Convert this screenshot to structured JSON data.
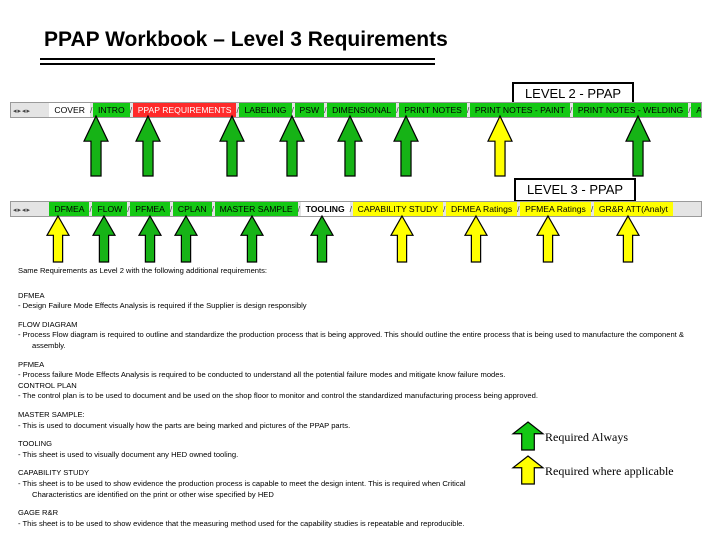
{
  "header": {
    "title": "PPAP Workbook – Level 3 Requirements"
  },
  "level2": {
    "label": "LEVEL 2 - PPAP",
    "tabs": [
      {
        "label": "COVER",
        "style": "white"
      },
      {
        "label": "INTRO",
        "style": "green"
      },
      {
        "label": "PPAP REQUIREMENTS",
        "style": "red"
      },
      {
        "label": "LABELING",
        "style": "green"
      },
      {
        "label": "PSW",
        "style": "green"
      },
      {
        "label": "DIMENSIONAL",
        "style": "green"
      },
      {
        "label": "PRINT NOTES",
        "style": "green"
      },
      {
        "label": "PRINT NOTES - PAINT",
        "style": "green"
      },
      {
        "label": "PRINT NOTES - WELDING",
        "style": "green"
      },
      {
        "label": "APPE",
        "style": "green"
      }
    ]
  },
  "level3": {
    "label": "LEVEL 3 - PPAP",
    "tabs": [
      {
        "label": "DFMEA",
        "style": "green"
      },
      {
        "label": "FLOW",
        "style": "green"
      },
      {
        "label": "PFMEA",
        "style": "green"
      },
      {
        "label": "CPLAN",
        "style": "green"
      },
      {
        "label": "MASTER SAMPLE",
        "style": "green"
      },
      {
        "label": "TOOLING",
        "style": "bold"
      },
      {
        "label": "CAPABILITY STUDY",
        "style": "yellow"
      },
      {
        "label": "DFMEA Ratings",
        "style": "yellow"
      },
      {
        "label": "PFMEA Ratings",
        "style": "yellow"
      },
      {
        "label": "GR&R ATT(Analyt",
        "style": "yellow"
      }
    ]
  },
  "body": {
    "intro": "Same Requirements as Level 2 with the following additional requirements:",
    "dfmea_heading": "DFMEA",
    "dfmea_text": "-     Design Failure Mode Effects Analysis is required if the Supplier is design responsibly",
    "flow_heading": "FLOW DIAGRAM",
    "flow_text": "-     Process Flow diagram is required to outline and standardize the production process that is being approved. This should outline the entire process that is being used to manufacture the component & assembly.",
    "pfmea_heading": "PFMEA",
    "pfmea_text": "-     Process failure Mode Effects Analysis is required to be conducted to understand all the potential failure modes and mitigate know failure modes.",
    "cplan_heading": "CONTROL PLAN",
    "cplan_text": "-     The control plan is to be used to document and be used on the shop floor to monitor and control the standardized manufacturing process being   approved.",
    "master_heading": "MASTER SAMPLE:",
    "master_text": "-     This is used to document visually how the parts are being marked and pictures of the PPAP parts.",
    "tooling_heading": "TOOLING",
    "tooling_text": "-     This sheet is used to visually document any HED owned tooling.",
    "capability_heading": "CAPABILITY STUDY",
    "capability_text": "-     This sheet is to be used to show evidence the production process is capable to meet the design intent. This is required when Critical Characteristics are identified on the print or other wise specified by HED",
    "gage_heading": "GAGE R&R",
    "gage_text": "-     This sheet is to be used to show evidence that the measuring method used for the capability studies is repeatable and reproducible."
  },
  "legend": {
    "always_label": "Required Always",
    "applicable_label": "Required where applicable",
    "always_color": "#14c814",
    "applicable_color": "#ffff00"
  },
  "colors": {
    "green_arrow": "#16b316",
    "yellow_arrow": "#ffff00",
    "red_tab": "#ff2a2a"
  }
}
